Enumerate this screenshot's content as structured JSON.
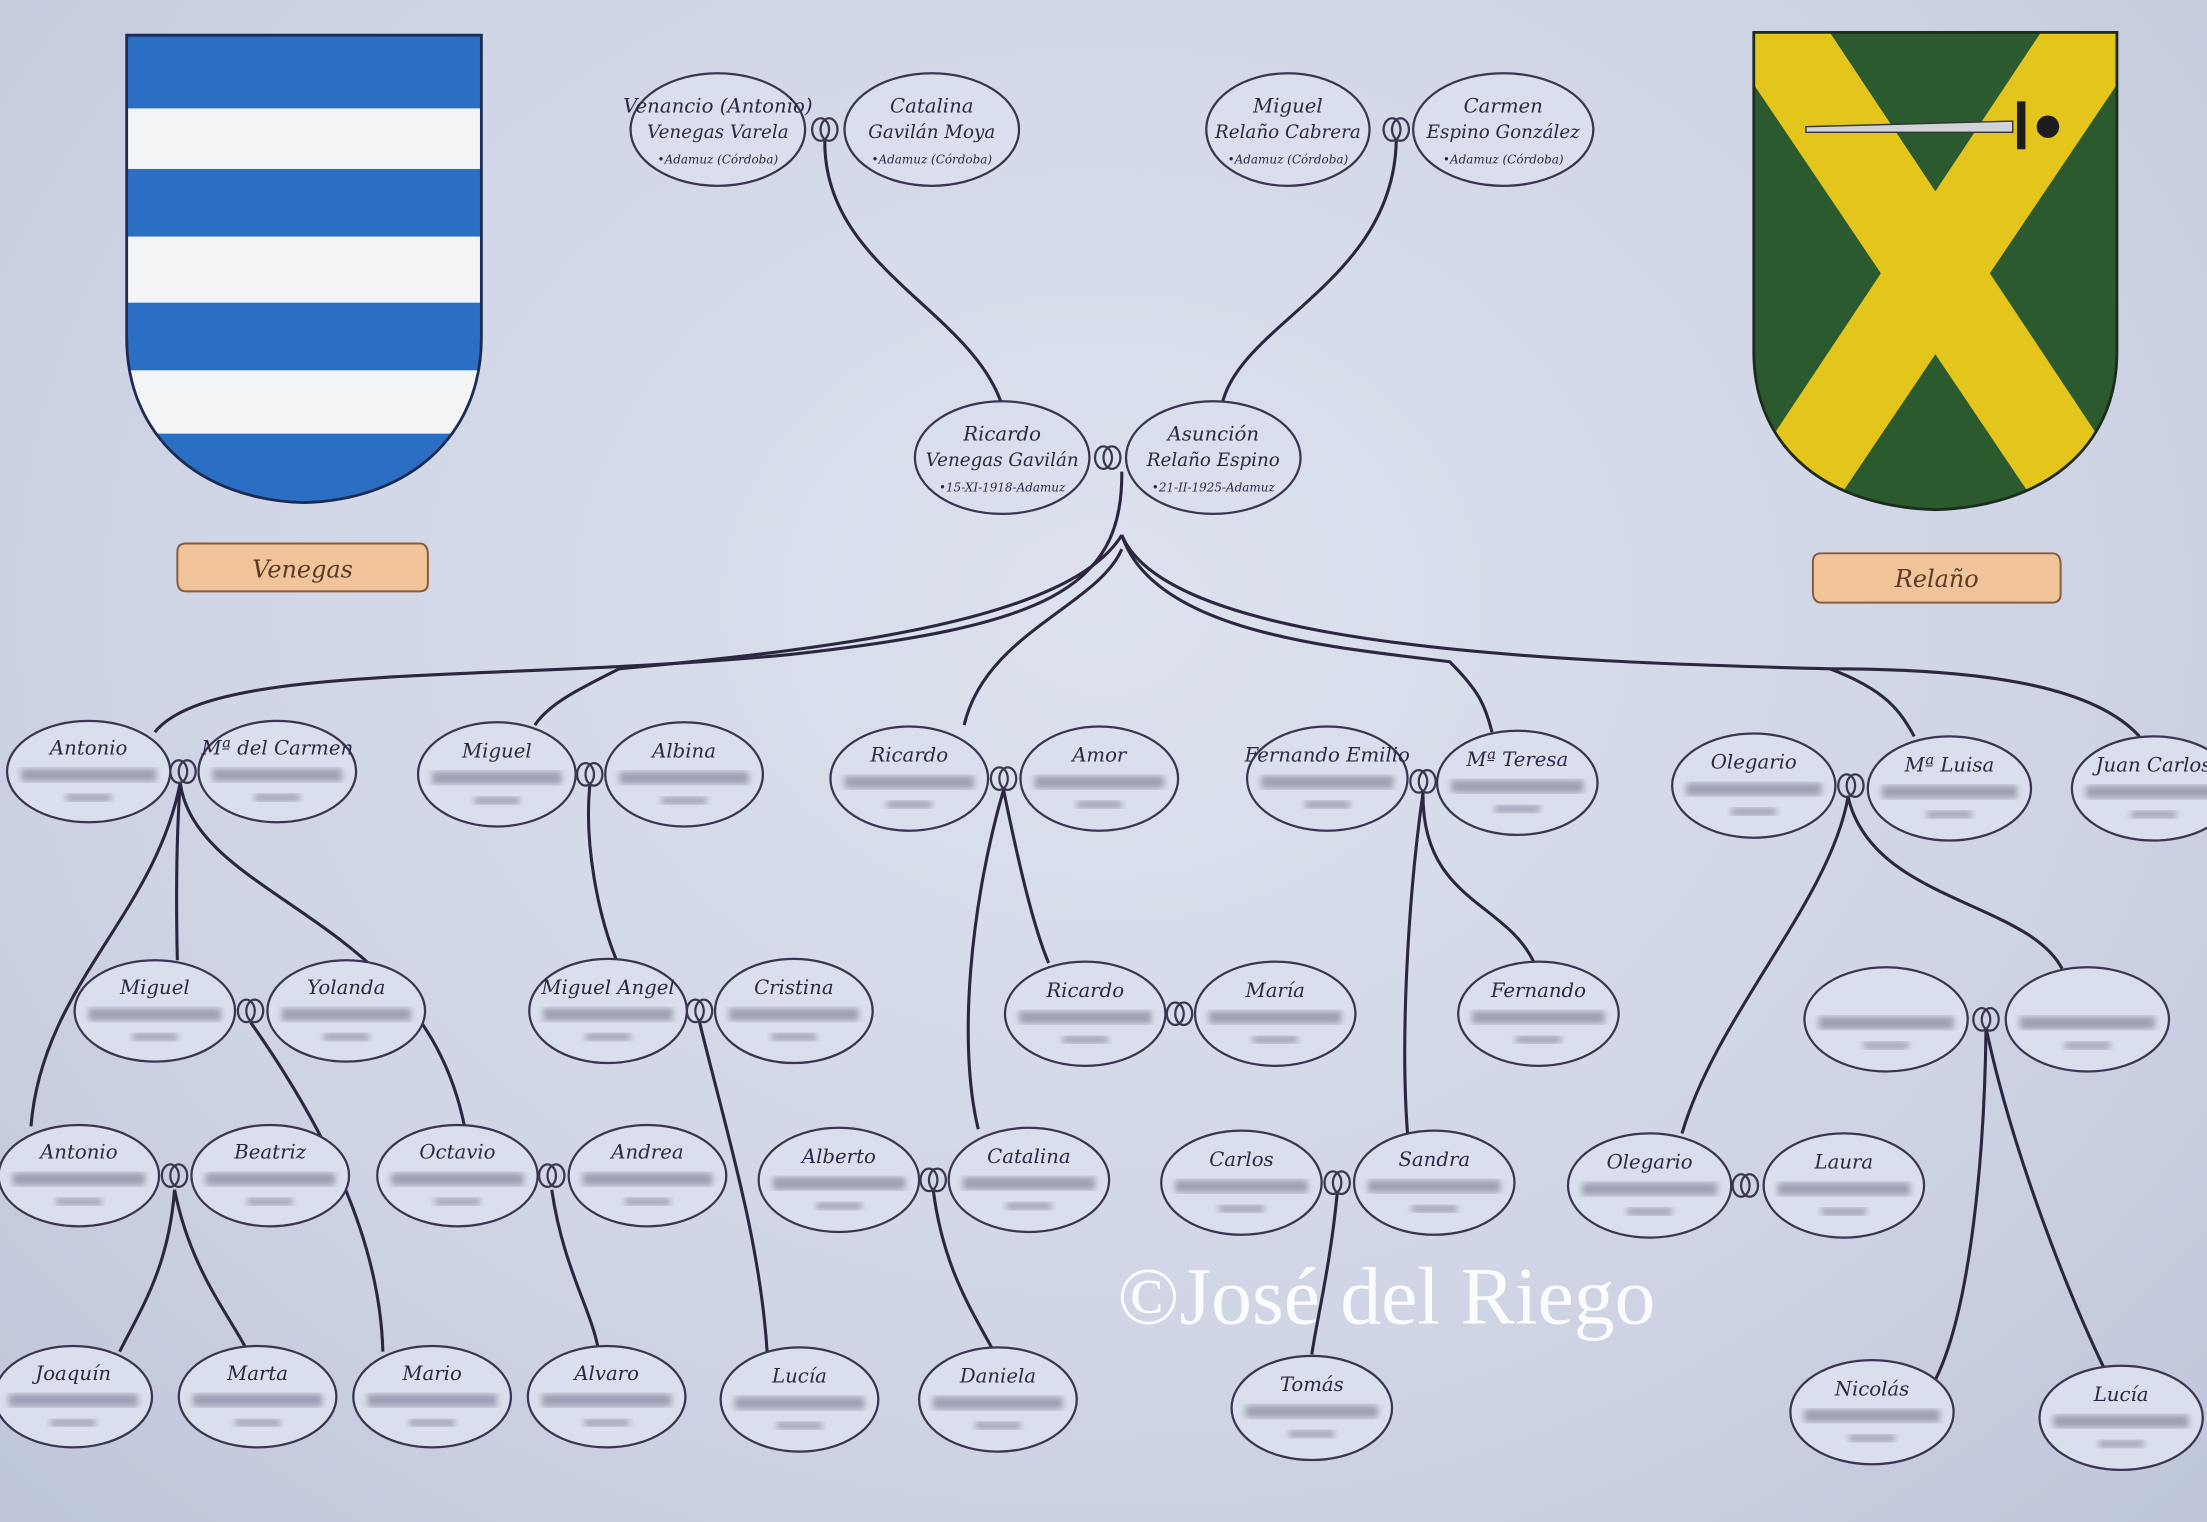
{
  "families": {
    "left": {
      "label": "Venegas",
      "colors": {
        "stripe": "#2a6fc4",
        "field": "#f4f6f8"
      }
    },
    "right": {
      "label": "Relaño",
      "colors": {
        "field": "#2b5a2e",
        "saltire": "#e3c51c",
        "sword": "#c9ccd2"
      }
    }
  },
  "people": [
    {
      "id": "p1",
      "first": "Venancio (Antonio)",
      "surname": "Venegas Varela",
      "date": "•Adamuz (Córdoba)"
    },
    {
      "id": "p2",
      "first": "Catalina",
      "surname": "Gavilán Moya",
      "date": "•Adamuz (Córdoba)"
    },
    {
      "id": "p3",
      "first": "Miguel",
      "surname": "Relaño Cabrera",
      "date": "•Adamuz (Córdoba)"
    },
    {
      "id": "p4",
      "first": "Carmen",
      "surname": "Espino González",
      "date": "•Adamuz (Córdoba)"
    },
    {
      "id": "p5",
      "first": "Ricardo",
      "surname": "Venegas Gavilán",
      "date": "•15-XI-1918-Adamuz"
    },
    {
      "id": "p6",
      "first": "Asunción",
      "surname": "Relaño Espino",
      "date": "•21-II-1925-Adamuz"
    },
    {
      "id": "g1",
      "first": "Antonio"
    },
    {
      "id": "g2",
      "first": "Mª del Carmen"
    },
    {
      "id": "g3",
      "first": "Miguel"
    },
    {
      "id": "g4",
      "first": "Albina"
    },
    {
      "id": "g5",
      "first": "Ricardo"
    },
    {
      "id": "g6",
      "first": "Amor"
    },
    {
      "id": "g7",
      "first": "Fernando Emilio"
    },
    {
      "id": "g8",
      "first": "Mª Teresa"
    },
    {
      "id": "g9",
      "first": "Olegario"
    },
    {
      "id": "g10",
      "first": "Mª Luisa"
    },
    {
      "id": "g11",
      "first": "Juan Carlos"
    },
    {
      "id": "h1",
      "first": "Miguel"
    },
    {
      "id": "h2",
      "first": "Yolanda"
    },
    {
      "id": "h3",
      "first": "Miguel Angel"
    },
    {
      "id": "h4",
      "first": "Cristina"
    },
    {
      "id": "h5",
      "first": "Ricardo"
    },
    {
      "id": "h6",
      "first": "María"
    },
    {
      "id": "h7",
      "first": "Fernando"
    },
    {
      "id": "h8",
      "first": ""
    },
    {
      "id": "h9",
      "first": ""
    },
    {
      "id": "i1",
      "first": "Antonio"
    },
    {
      "id": "i2",
      "first": "Beatriz"
    },
    {
      "id": "i3",
      "first": "Octavio"
    },
    {
      "id": "i4",
      "first": "Andrea"
    },
    {
      "id": "i5",
      "first": "Alberto"
    },
    {
      "id": "i6",
      "first": "Catalina"
    },
    {
      "id": "i7",
      "first": "Carlos"
    },
    {
      "id": "i8",
      "first": "Sandra"
    },
    {
      "id": "i9",
      "first": "Olegario"
    },
    {
      "id": "i10",
      "first": "Laura"
    },
    {
      "id": "j1",
      "first": "Joaquín"
    },
    {
      "id": "j2",
      "first": "Marta"
    },
    {
      "id": "j3",
      "first": "Mario"
    },
    {
      "id": "j4",
      "first": "Alvaro"
    },
    {
      "id": "j5",
      "first": "Lucía"
    },
    {
      "id": "j6",
      "first": "Daniela"
    },
    {
      "id": "j7",
      "first": "Tomás"
    },
    {
      "id": "j8",
      "first": "Nicolás"
    },
    {
      "id": "j9",
      "first": "Lucía"
    }
  ],
  "watermark": "©José del Riego"
}
